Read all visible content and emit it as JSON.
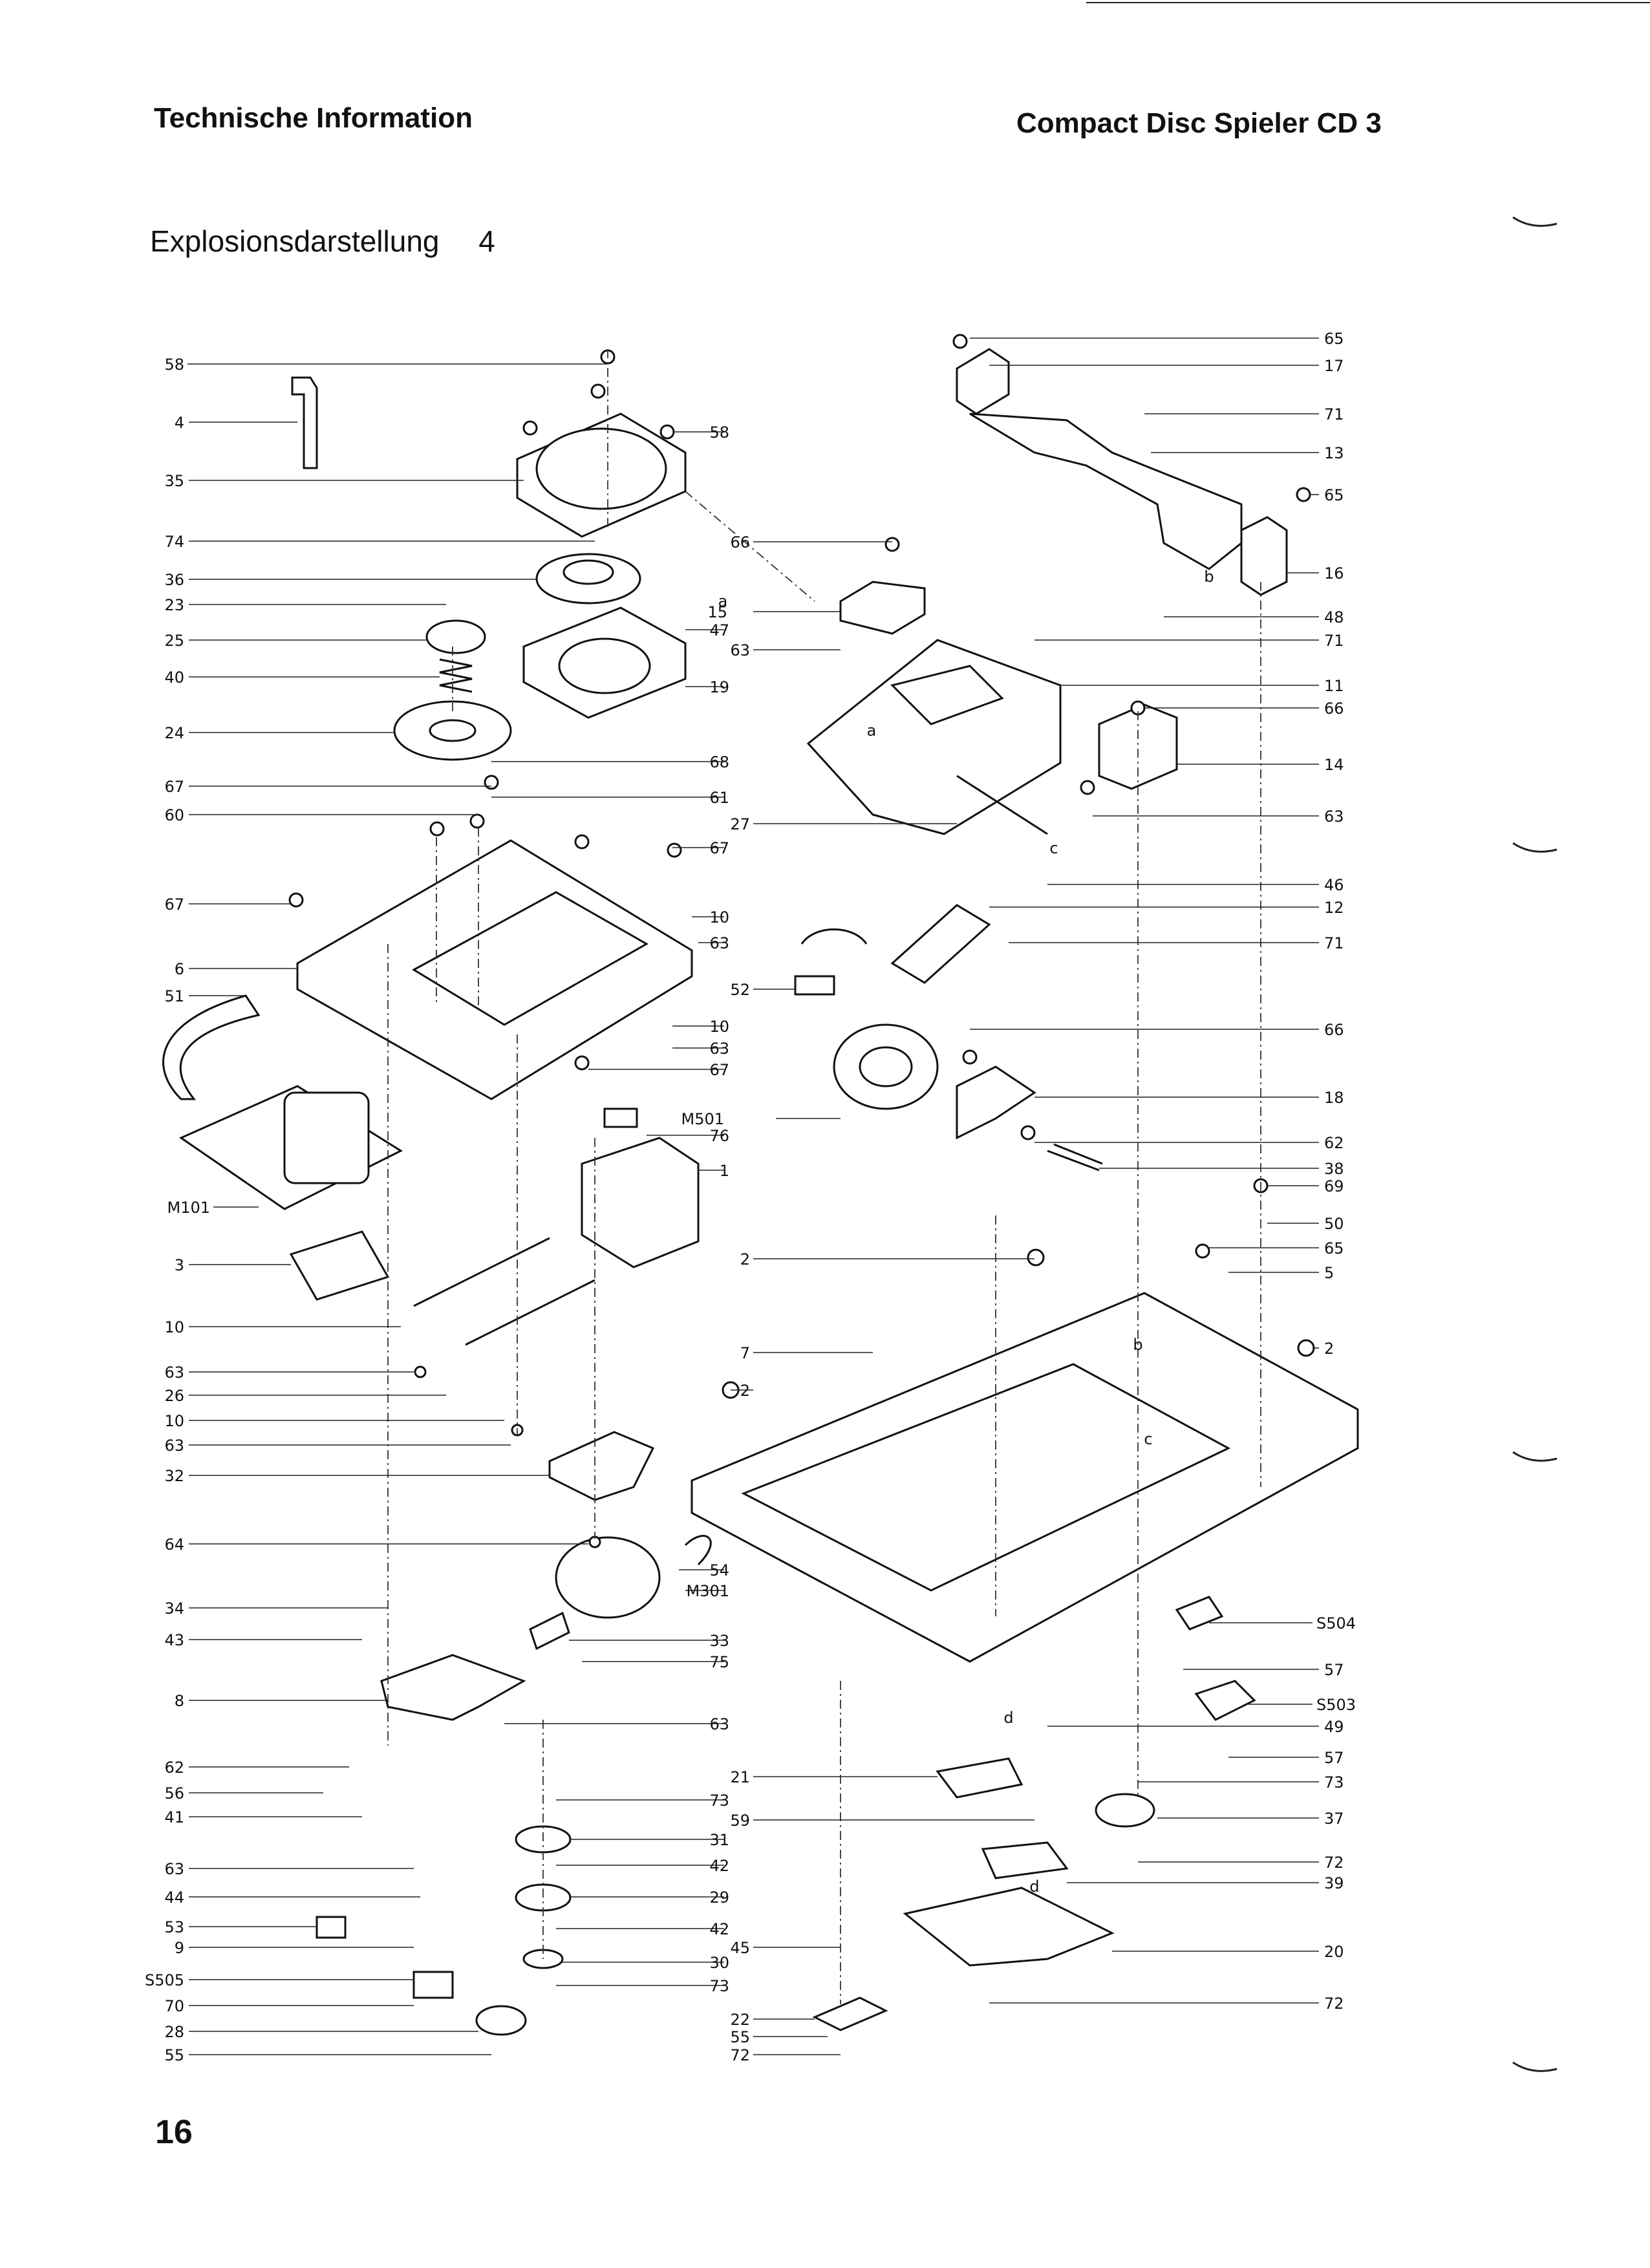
{
  "header": {
    "left_title": "Technische Information",
    "right_title": "Compact Disc Spieler CD 3"
  },
  "subtitle": {
    "label": "Explosionsdarstellung",
    "number": "4"
  },
  "page_number": "16",
  "callouts_left": [
    "58",
    "4",
    "35",
    "74",
    "36",
    "23",
    "25",
    "40",
    "24",
    "67",
    "60",
    "67",
    "6",
    "51",
    "M101",
    "3",
    "10",
    "63",
    "26",
    "10",
    "63",
    "32",
    "64",
    "34",
    "43",
    "8",
    "62",
    "56",
    "41",
    "63",
    "44",
    "53",
    "9",
    "S505",
    "70",
    "28",
    "55"
  ],
  "callouts_center": [
    "58",
    "66",
    "15",
    "47",
    "63",
    "19",
    "68",
    "61",
    "27",
    "67",
    "10",
    "63",
    "52",
    "10",
    "63",
    "67",
    "M501",
    "76",
    "1",
    "2",
    "7",
    "2",
    "54",
    "M301",
    "33",
    "75",
    "63",
    "21",
    "73",
    "59",
    "31",
    "42",
    "29",
    "42",
    "45",
    "30",
    "73",
    "22",
    "55",
    "72"
  ],
  "callouts_right": [
    "65",
    "17",
    "71",
    "13",
    "65",
    "16",
    "48",
    "71",
    "11",
    "66",
    "14",
    "63",
    "46",
    "12",
    "71",
    "66",
    "18",
    "62",
    "38",
    "69",
    "50",
    "65",
    "5",
    "2",
    "S504",
    "57",
    "S503",
    "49",
    "57",
    "73",
    "37",
    "72",
    "39",
    "20",
    "72"
  ],
  "inline_letters": [
    "a",
    "a",
    "b",
    "b",
    "c",
    "c",
    "d",
    "d"
  ]
}
